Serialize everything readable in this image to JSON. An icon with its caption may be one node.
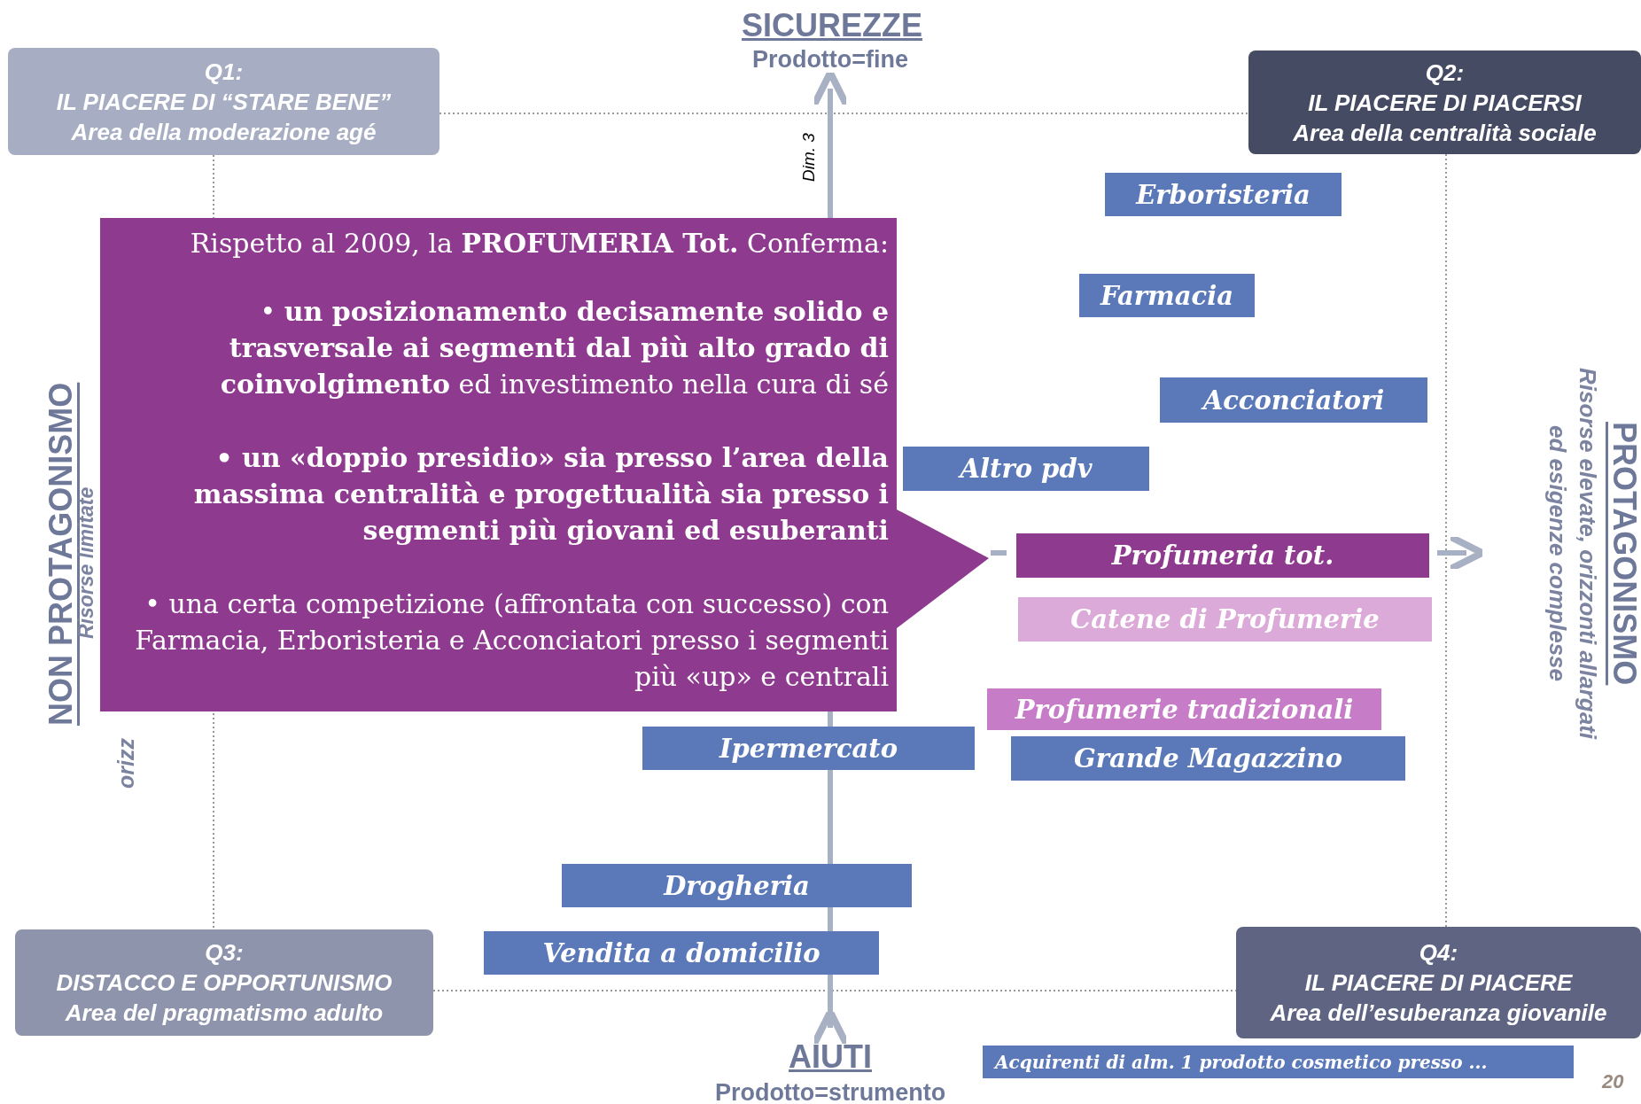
{
  "diagram": {
    "nodes": [
      {
        "text": [
          "Q1:",
          "IL PIACERE DI “STARE BENE”",
          "Area della moderazione agé"
        ]
      },
      {
        "text": [
          "Q2:",
          "IL PIACERE DI PIACERSI",
          "Area della centralità sociale"
        ]
      },
      {
        "text": [
          "Q3:",
          "DISTACCO E OPPORTUNISMO",
          "Area del pragmatismo adulto"
        ]
      },
      {
        "text": [
          "Q4:",
          "IL PIACERE DI PIACERE",
          "Area dell’esuberanza giovanile"
        ]
      },
      {
        "text": [
          "Rispetto al 2009, la **PROFUMERIA Tot.** Conferma:",
          "• **un posizionamento decisamente solido e trasversale ai segmenti dal più alto grado di coinvolgimento** ed investimento nella cura di sé",
          "• un «doppio presidio» sia presso l’area della massima centralità e progettualità sia presso i segmenti più giovani ed esuberanti",
          "• una certa competizione (affrontata con successo) con  Farmacia, Erboristeria e Acconciatori presso i segmenti più «up» e centrali"
        ]
      },
      {
        "text": [
          "Erboristeria"
        ]
      },
      {
        "text": [
          "Farmacia"
        ]
      },
      {
        "text": [
          "Acconciatori"
        ]
      },
      {
        "text": [
          "Altro pdv"
        ]
      },
      {
        "text": [
          "Profumeria tot."
        ]
      },
      {
        "text": [
          "Catene di Profumerie"
        ]
      },
      {
        "text": [
          "Profumerie tradizionali"
        ]
      },
      {
        "text": [
          "Ipermercato"
        ]
      },
      {
        "text": [
          "Grande Magazzino"
        ]
      },
      {
        "text": [
          "Drogheria"
        ]
      },
      {
        "text": [
          "Vendita a domicilio"
        ]
      },
      {
        "text": [
          "Acquirenti di alm. 1 prodotto cosmetico presso ..."
        ]
      }
    ],
    "labels": [
      "SICUREZZE",
      "Prodotto=fine",
      "Dim. 3",
      "NON PROTAGONISMO",
      "Risorse limitate",
      "PROTAGONISMO",
      "Risorse elevate, orizzonti allargati ed esigenze complesse",
      "orizz",
      "AIUTI",
      "Prodotto=strumento",
      "20"
    ]
  }
}
